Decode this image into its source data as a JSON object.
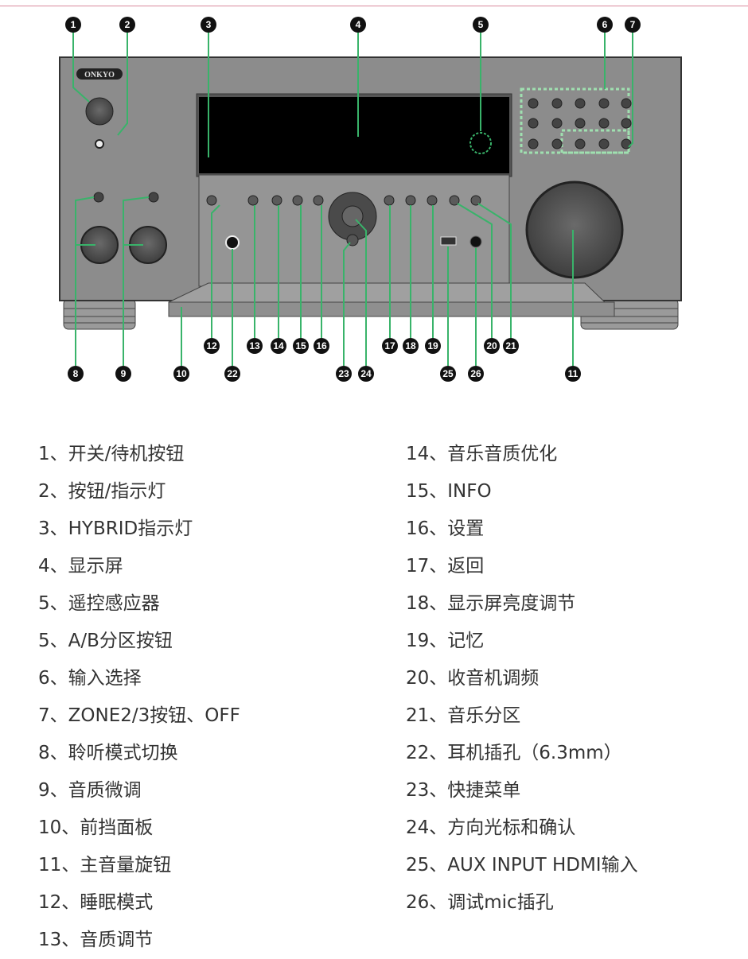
{
  "brand_logo": "ONKYO",
  "colors": {
    "leader_line": "#39b36a",
    "marker": "#111111",
    "panel": "#8a8a8a",
    "display": "#000000",
    "top_rule": "#d98a9c"
  },
  "markers": [
    "1",
    "2",
    "3",
    "4",
    "5",
    "6",
    "7",
    "8",
    "9",
    "10",
    "11",
    "12",
    "13",
    "14",
    "15",
    "16",
    "17",
    "18",
    "19",
    "20",
    "21",
    "22",
    "23",
    "24",
    "25",
    "26"
  ],
  "legend": {
    "left": [
      "1、开关/待机按钮",
      "2、按钮/指示灯",
      "3、HYBRID指示灯",
      "4、显示屏",
      "5、遥控感应器",
      "5、A/B分区按钮",
      "6、输入选择",
      "7、ZONE2/3按钮、OFF",
      "8、聆听模式切换",
      "9、音质微调",
      "10、前挡面板",
      "11、主音量旋钮",
      "12、睡眠模式",
      "13、音质调节"
    ],
    "right": [
      "14、音乐音质优化",
      "15、INFO",
      "16、设置",
      "17、返回",
      "18、显示屏亮度调节",
      "19、记忆",
      "20、收音机调频",
      "21、音乐分区",
      "22、耳机插孔（6.3mm）",
      "23、快捷菜单",
      "24、方向光标和确认",
      "25、AUX INPUT HDMI输入",
      "26、调试mic插孔"
    ]
  }
}
